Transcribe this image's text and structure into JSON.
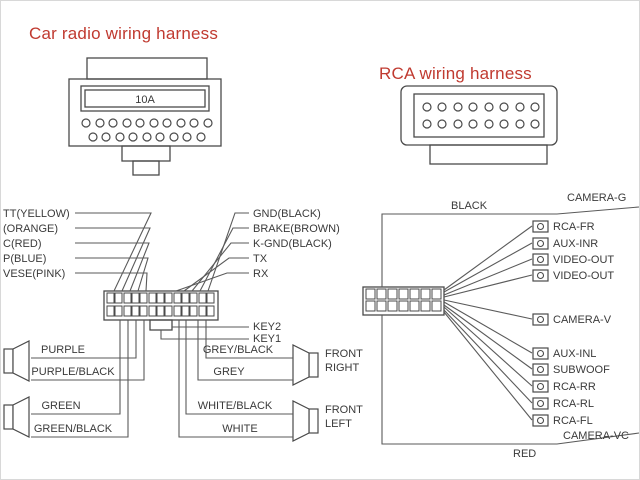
{
  "titles": {
    "car_radio_harness": "Car radio wiring harness",
    "rca_harness": "RCA wiring harness"
  },
  "car_connector": {
    "fuse_label": "10A"
  },
  "left_wires": [
    "TT(YELLOW)",
    "(ORANGE)",
    "C(RED)",
    "P(BLUE)",
    "VESE(PINK)"
  ],
  "center_wires": [
    "GND(BLACK)",
    "BRAKE(BROWN)",
    "K-GND(BLACK)",
    "TX",
    "RX"
  ],
  "key_wires": [
    "KEY2",
    "KEY1"
  ],
  "speaker_wires": {
    "left_top": [
      "PURPLE",
      "PURPLE/BLACK"
    ],
    "left_bottom": [
      "GREEN",
      "GREEN/BLACK"
    ],
    "right_top": [
      "GREY/BLACK",
      "GREY"
    ],
    "right_bottom": [
      "WHITE/BLACK",
      "WHITE"
    ]
  },
  "speaker_positions": {
    "front_right": {
      "line1": "FRONT",
      "line2": "RIGHT"
    },
    "front_left": {
      "line1": "FRONT",
      "line2": "LEFT"
    }
  },
  "rca_outputs": [
    "RCA-FR",
    "AUX-INR",
    "VIDEO-OUT",
    "VIDEO-OUT",
    "CAMERA-V",
    "AUX-INL",
    "SUBWOOF",
    "RCA-RR",
    "RCA-RL",
    "RCA-FL"
  ],
  "camera_wires": {
    "ground_label": "CAMERA-G",
    "ground_wire_color": "BLACK",
    "power_label": "CAMERA-VC",
    "power_wire_color": "RED"
  },
  "colors": {
    "title_red": "#c03a30",
    "wire_line": "#555555",
    "label_text": "#3a3a3a",
    "background": "#ffffff"
  }
}
